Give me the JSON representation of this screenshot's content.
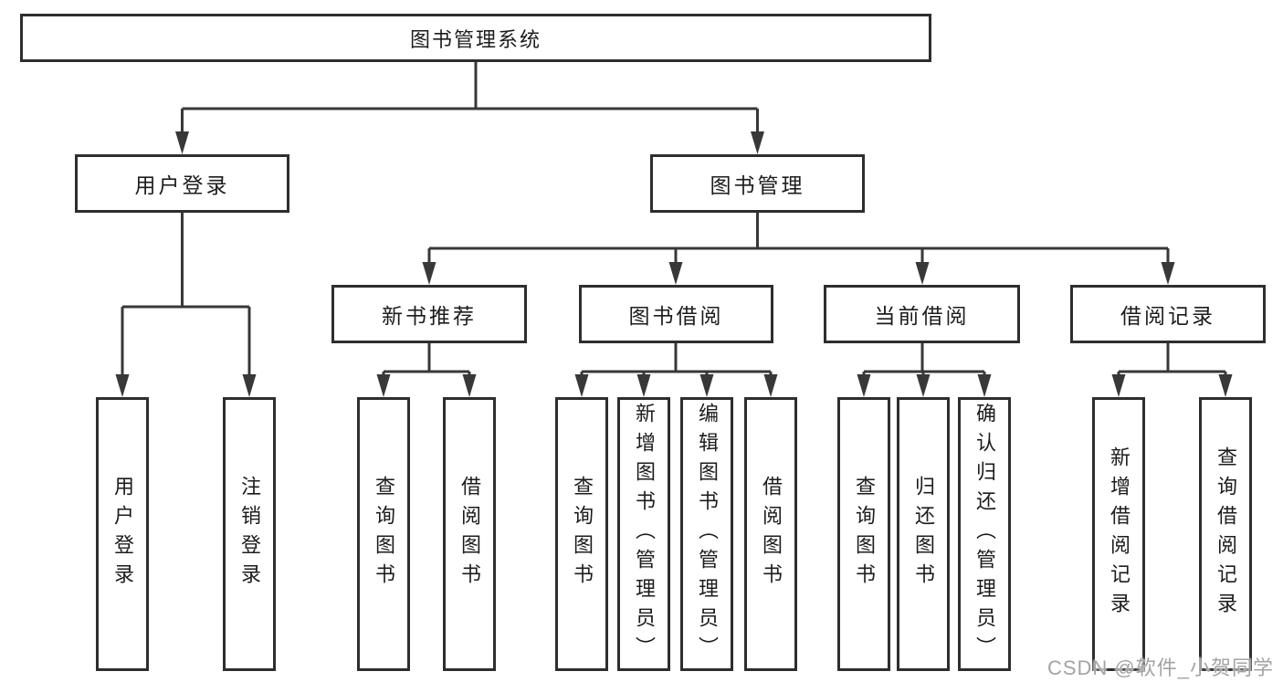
{
  "diagram": {
    "root": {
      "label": "图书管理系统"
    },
    "level2": [
      {
        "label": "用户登录"
      },
      {
        "label": "图书管理"
      }
    ],
    "level3": [
      {
        "label": "新书推荐"
      },
      {
        "label": "图书借阅"
      },
      {
        "label": "当前借阅"
      },
      {
        "label": "借阅记录"
      }
    ],
    "leaves_user_login": [
      "用户登录",
      "注销登录"
    ],
    "leaves_new_books": [
      "查询图书",
      "借阅图书"
    ],
    "leaves_book_borrow": [
      "查询图书",
      "新增图书（管理员）",
      "编辑图书（管理员）",
      "借阅图书"
    ],
    "leaves_current_borrow": [
      "查询图书",
      "归还图书",
      "确认归还（管理员）"
    ],
    "leaves_borrow_records": [
      "新增借阅记录",
      "查询借阅记录"
    ]
  },
  "watermark": {
    "text": "CSDN @软件_小贺同学"
  },
  "colors": {
    "line": "#383838",
    "border": "#2e2e2e",
    "background": "#ffffff",
    "text": "#1c1c1c",
    "watermark": "#a3a3a3"
  }
}
